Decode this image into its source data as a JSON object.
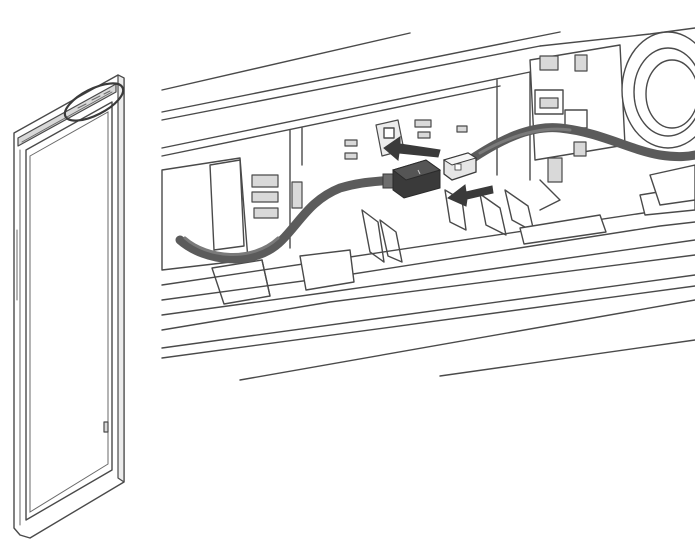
{
  "figure": {
    "type": "installation-diagram",
    "colors": {
      "line": "#4a4a4a",
      "cable": "#5b5b5b",
      "connector_dark": "#3a3a3a",
      "connector_light": "#e6e6e6",
      "arrow": "#3a3a3a",
      "highlight_ellipse": "#3a3a3a"
    },
    "arrows": [
      {
        "name": "arrow-up-left",
        "direction": "up-left"
      },
      {
        "name": "arrow-left",
        "direction": "left"
      }
    ]
  }
}
